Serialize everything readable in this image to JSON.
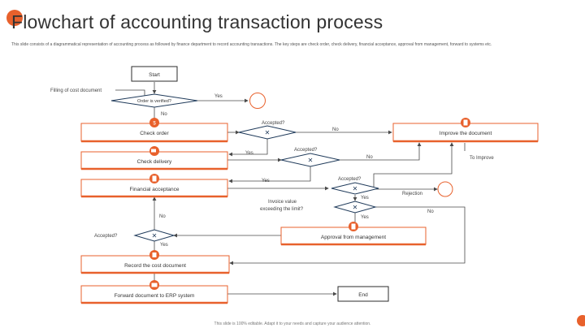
{
  "title": "Flowchart of accounting transaction process",
  "subtitle": "This slide consists of a diagrammatical representation of accounting process as followed by finance department to record accounting transactions. The key steps are check order, check delivery, financial acceptance, approval from management, forward to systems etc.",
  "footer": "This slide is 100% editable. Adapt it to your needs and capture your audience attention.",
  "colors": {
    "accent": "#e8612c",
    "line": "#4a4a4a",
    "box_border": "#e8612c",
    "diamond": "#1f3a5a"
  },
  "nodes": {
    "start": "Start",
    "filling_label": "Filling of cost document",
    "order_verified": "Order is verified?",
    "check_order": "Check order",
    "check_delivery": "Check delivery",
    "financial_acceptance": "Financial acceptance",
    "record_cost": "Record the cost document",
    "forward_erp": "Forward document to ERP system",
    "end": "End",
    "improve_document": "Improve the document",
    "approval_management": "Approval from management",
    "invoice_value": "Invoice value",
    "exceeding_limit": "exceeding the limit?"
  },
  "labels": {
    "yes": "Yes",
    "no": "No",
    "accepted": "Accepted?",
    "rejection": "Rejection",
    "to_improve": "To Improve"
  }
}
